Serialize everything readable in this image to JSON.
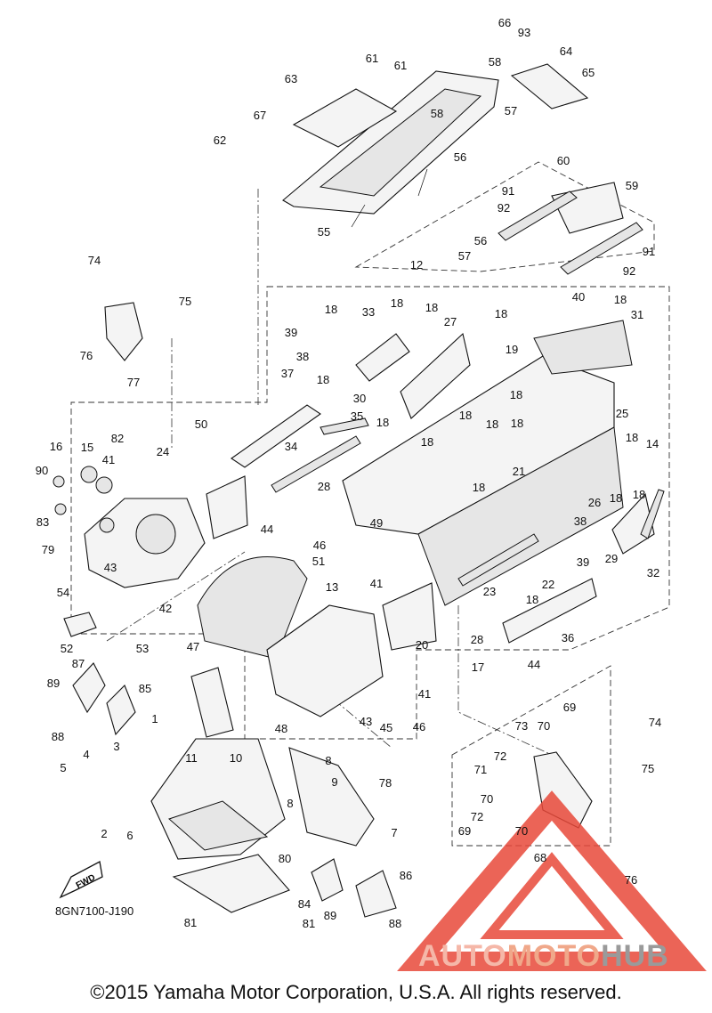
{
  "diagram_code": "8GN7100-J190",
  "copyright": "©2015 Yamaha Motor Corporation, U.S.A. All rights reserved.",
  "direction_label": "FWD",
  "watermark": {
    "part1": "AUTO",
    "part2": "MOTO",
    "part3": "HUB",
    "color_triangle": "#e8493a",
    "color_text": "#f3a98f",
    "color_hub": "#9a9a9a"
  },
  "callouts": [
    {
      "n": "66"
    },
    {
      "n": "93"
    },
    {
      "n": "64"
    },
    {
      "n": "65"
    },
    {
      "n": "61"
    },
    {
      "n": "63"
    },
    {
      "n": "58"
    },
    {
      "n": "61"
    },
    {
      "n": "67"
    },
    {
      "n": "58"
    },
    {
      "n": "57"
    },
    {
      "n": "62"
    },
    {
      "n": "56"
    },
    {
      "n": "60"
    },
    {
      "n": "59"
    },
    {
      "n": "91"
    },
    {
      "n": "92"
    },
    {
      "n": "55"
    },
    {
      "n": "56"
    },
    {
      "n": "57"
    },
    {
      "n": "91"
    },
    {
      "n": "92"
    },
    {
      "n": "74"
    },
    {
      "n": "12"
    },
    {
      "n": "75"
    },
    {
      "n": "18"
    },
    {
      "n": "33"
    },
    {
      "n": "18"
    },
    {
      "n": "18"
    },
    {
      "n": "40"
    },
    {
      "n": "18"
    },
    {
      "n": "18"
    },
    {
      "n": "31"
    },
    {
      "n": "76"
    },
    {
      "n": "39"
    },
    {
      "n": "27"
    },
    {
      "n": "19"
    },
    {
      "n": "38"
    },
    {
      "n": "77"
    },
    {
      "n": "30"
    },
    {
      "n": "18"
    },
    {
      "n": "37"
    },
    {
      "n": "18"
    },
    {
      "n": "18"
    },
    {
      "n": "35"
    },
    {
      "n": "25"
    },
    {
      "n": "50"
    },
    {
      "n": "18"
    },
    {
      "n": "18"
    },
    {
      "n": "18"
    },
    {
      "n": "18"
    },
    {
      "n": "14"
    },
    {
      "n": "82"
    },
    {
      "n": "16"
    },
    {
      "n": "15"
    },
    {
      "n": "41"
    },
    {
      "n": "24"
    },
    {
      "n": "34"
    },
    {
      "n": "18"
    },
    {
      "n": "18"
    },
    {
      "n": "21"
    },
    {
      "n": "90"
    },
    {
      "n": "26"
    },
    {
      "n": "18"
    },
    {
      "n": "28"
    },
    {
      "n": "18"
    },
    {
      "n": "83"
    },
    {
      "n": "79"
    },
    {
      "n": "49"
    },
    {
      "n": "38"
    },
    {
      "n": "44"
    },
    {
      "n": "46"
    },
    {
      "n": "43"
    },
    {
      "n": "51"
    },
    {
      "n": "29"
    },
    {
      "n": "39"
    },
    {
      "n": "32"
    },
    {
      "n": "42"
    },
    {
      "n": "22"
    },
    {
      "n": "54"
    },
    {
      "n": "41"
    },
    {
      "n": "23"
    },
    {
      "n": "18"
    },
    {
      "n": "13"
    },
    {
      "n": "28"
    },
    {
      "n": "36"
    },
    {
      "n": "52"
    },
    {
      "n": "53"
    },
    {
      "n": "20"
    },
    {
      "n": "47"
    },
    {
      "n": "17"
    },
    {
      "n": "44"
    },
    {
      "n": "87"
    },
    {
      "n": "85"
    },
    {
      "n": "41"
    },
    {
      "n": "89"
    },
    {
      "n": "1"
    },
    {
      "n": "43"
    },
    {
      "n": "45"
    },
    {
      "n": "46"
    },
    {
      "n": "48"
    },
    {
      "n": "88"
    },
    {
      "n": "11"
    },
    {
      "n": "10"
    },
    {
      "n": "69"
    },
    {
      "n": "73"
    },
    {
      "n": "70"
    },
    {
      "n": "74"
    },
    {
      "n": "3"
    },
    {
      "n": "8"
    },
    {
      "n": "4"
    },
    {
      "n": "72"
    },
    {
      "n": "5"
    },
    {
      "n": "9"
    },
    {
      "n": "78"
    },
    {
      "n": "71"
    },
    {
      "n": "75"
    },
    {
      "n": "70"
    },
    {
      "n": "2"
    },
    {
      "n": "6"
    },
    {
      "n": "8"
    },
    {
      "n": "72"
    },
    {
      "n": "69"
    },
    {
      "n": "70"
    },
    {
      "n": "7"
    },
    {
      "n": "68"
    },
    {
      "n": "80"
    },
    {
      "n": "86"
    },
    {
      "n": "76"
    },
    {
      "n": "84"
    },
    {
      "n": "89"
    },
    {
      "n": "81"
    },
    {
      "n": "81"
    },
    {
      "n": "88"
    }
  ]
}
